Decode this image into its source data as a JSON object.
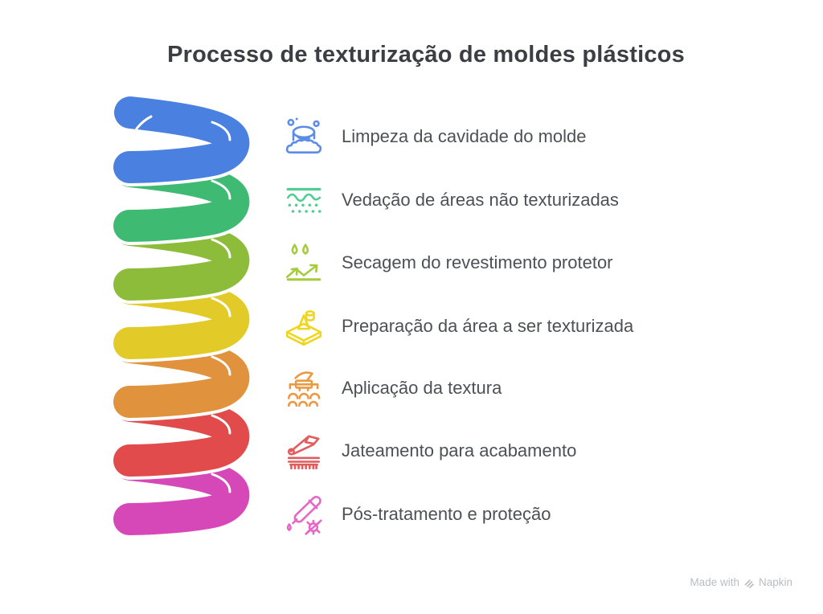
{
  "title": "Processo de texturização de moldes plásticos",
  "spiral": {
    "colors": [
      "#4a80e0",
      "#3eba72",
      "#8dbc3b",
      "#e2cb28",
      "#e0923c",
      "#e14b4b",
      "#d648b8"
    ]
  },
  "steps": [
    {
      "label": "Limpeza da cavidade do molde",
      "icon": "soap-bubbles-icon",
      "color": "#5b8ce6"
    },
    {
      "label": "Vedação de áreas não texturizadas",
      "icon": "sealed-surface-icon",
      "color": "#52cd92"
    },
    {
      "label": "Secagem do revestimento protetor",
      "icon": "drying-arrows-icon",
      "color": "#a6cb3f"
    },
    {
      "label": "Preparação da área a ser texturizada",
      "icon": "mold-block-icon",
      "color": "#efd61d"
    },
    {
      "label": "Aplicação da textura",
      "icon": "texture-press-icon",
      "color": "#eb9a42"
    },
    {
      "label": "Jateamento para acabamento",
      "icon": "blasting-nozzle-icon",
      "color": "#e25c5c"
    },
    {
      "label": "Pós-tratamento e proteção",
      "icon": "dropper-shield-icon",
      "color": "#e667c6"
    }
  ],
  "watermark": {
    "prefix": "Made with",
    "brand": "Napkin"
  }
}
